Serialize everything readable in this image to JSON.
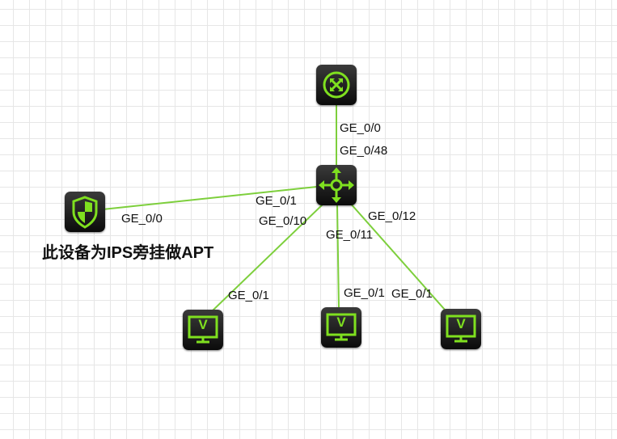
{
  "accent_color": "#7fe01f",
  "link_color": "#7dcf3c",
  "nodes": [
    {
      "id": "router",
      "icon": "router-icon"
    },
    {
      "id": "switch",
      "icon": "switch-icon"
    },
    {
      "id": "firewall",
      "icon": "shield-firewall-icon"
    },
    {
      "id": "host-1",
      "icon": "vpc-monitor-icon",
      "glyph": "V"
    },
    {
      "id": "host-2",
      "icon": "vpc-monitor-icon",
      "glyph": "V"
    },
    {
      "id": "host-3",
      "icon": "vpc-monitor-icon",
      "glyph": "V"
    }
  ],
  "links": [
    {
      "from": "router",
      "to": "switch",
      "from_port": "GE_0/0",
      "to_port": "GE_0/48"
    },
    {
      "from": "firewall",
      "to": "switch",
      "from_port": "GE_0/0",
      "to_port": "GE_0/1"
    },
    {
      "from": "switch",
      "to": "host-1",
      "from_port": "GE_0/10",
      "to_port": "GE_0/1"
    },
    {
      "from": "switch",
      "to": "host-2",
      "from_port": "GE_0/11",
      "to_port": "GE_0/1"
    },
    {
      "from": "switch",
      "to": "host-3",
      "from_port": "GE_0/12",
      "to_port": "GE_0/1"
    }
  ],
  "caption": "此设备为IPS旁挂做APT"
}
